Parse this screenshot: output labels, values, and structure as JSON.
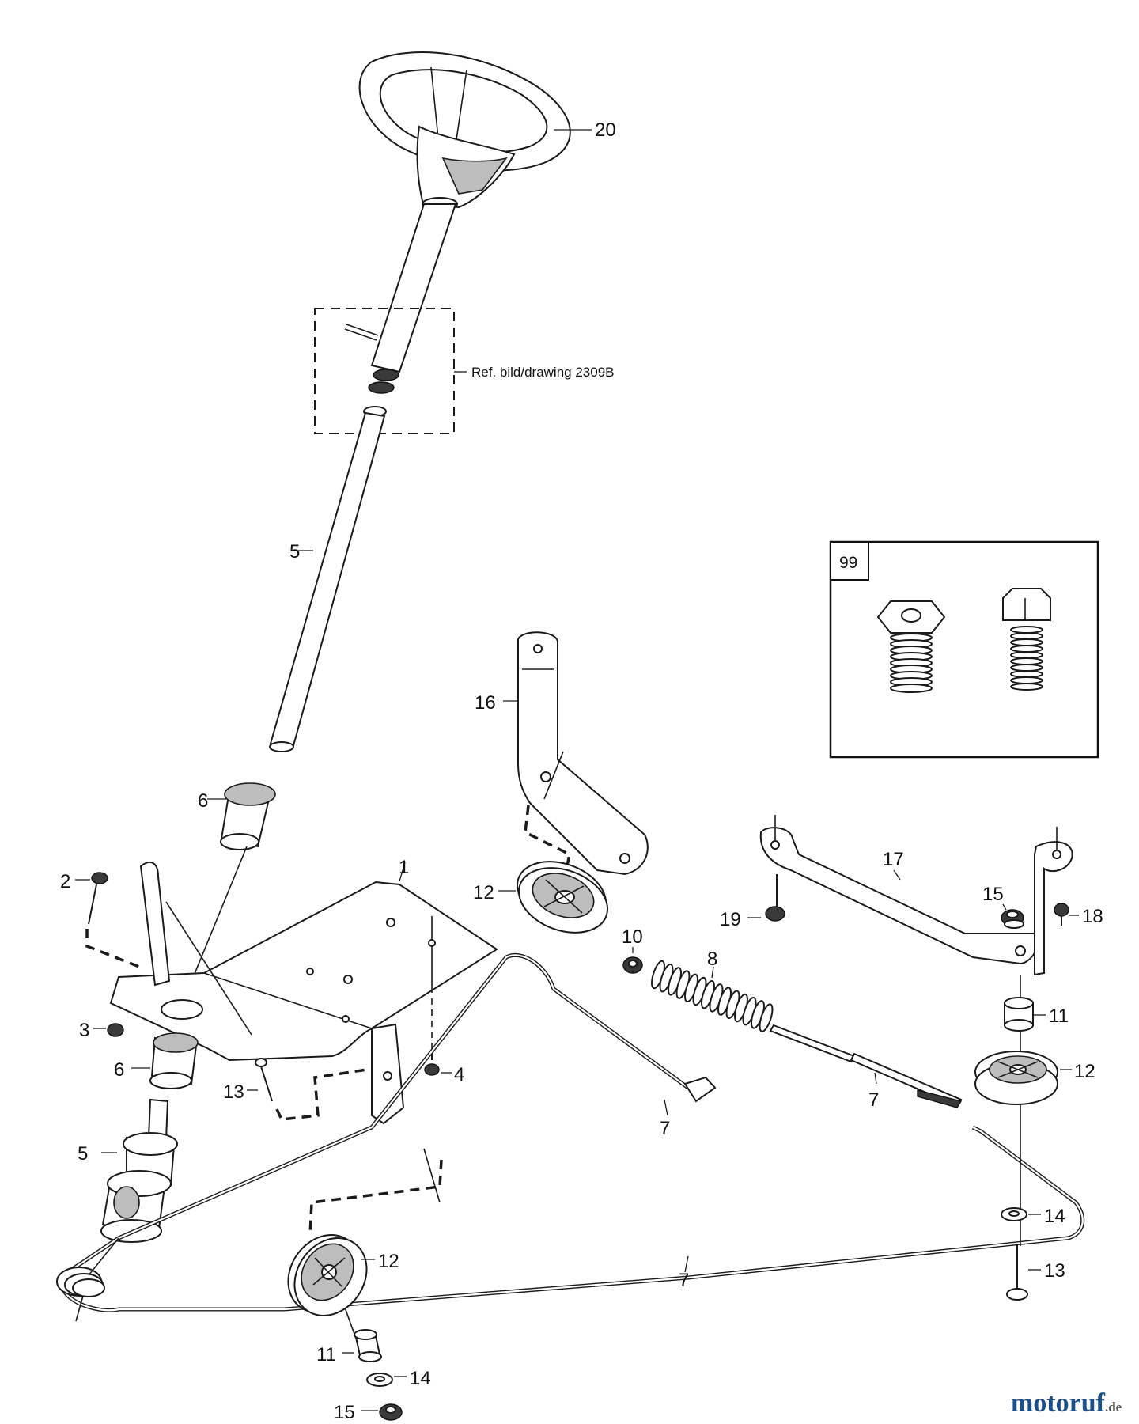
{
  "diagram": {
    "reference_note": "Ref. bild/drawing 2309B",
    "inset_label": "99",
    "labels": {
      "p20": "20",
      "p5_upper": "5",
      "p6_upper": "6",
      "p16": "16",
      "p2": "2",
      "p1": "1",
      "p12_upper": "12",
      "p10": "10",
      "p8": "8",
      "p17": "17",
      "p19": "19",
      "p15_right": "15",
      "p18": "18",
      "p3": "3",
      "p6_lower": "6",
      "p4": "4",
      "p7_a": "7",
      "p11_right": "11",
      "p12_right": "12",
      "p13_left": "13",
      "p7_b": "7",
      "p5_lower": "5",
      "p12_lower": "12",
      "p14_right": "14",
      "p13_right": "13",
      "p7_c": "7",
      "p11_lower": "11",
      "p14_lower": "14",
      "p15_lower": "15"
    }
  },
  "watermark": {
    "brand": "motoruf",
    "suffix": ".de"
  }
}
